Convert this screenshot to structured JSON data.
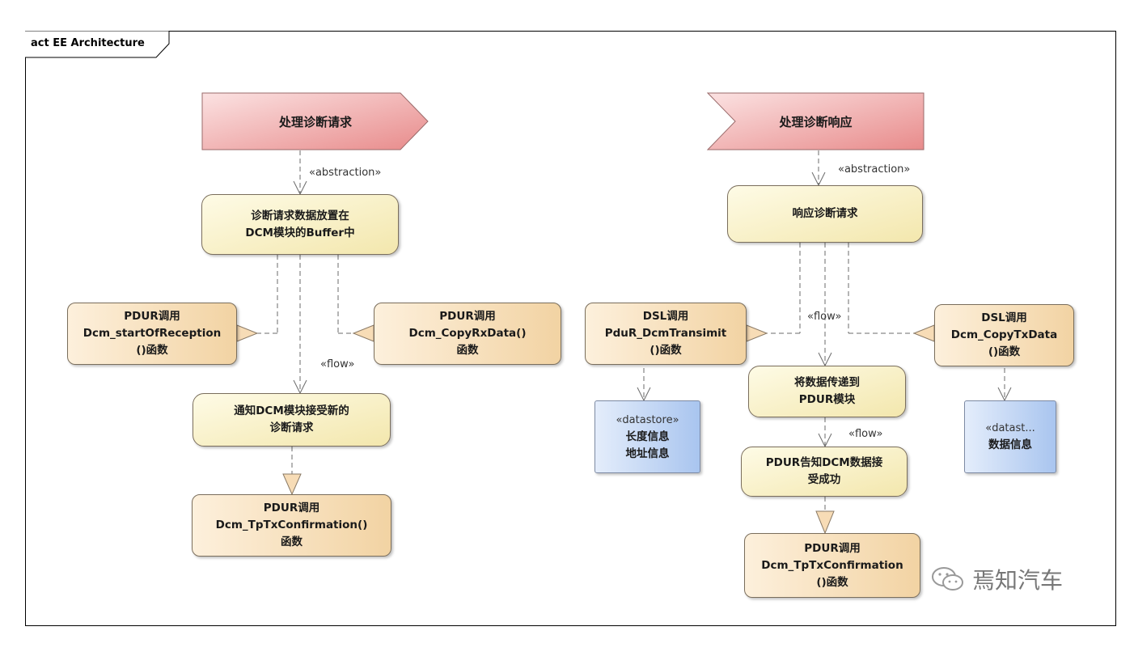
{
  "frame": {
    "title": "act EE Architecture"
  },
  "left": {
    "signal": "处理诊断请求",
    "abstraction_label": "«abstraction»",
    "store_action": [
      "诊断请求数据放置在",
      "DCM模块的Buffer中"
    ],
    "call_start": [
      "PDUR调用",
      "Dcm_startOfReception",
      "()函数"
    ],
    "call_copy": [
      "PDUR调用",
      "Dcm_CopyRxData()",
      "函数"
    ],
    "flow_label": "«flow»",
    "notify_action": [
      "通知DCM模块接受新的",
      "诊断请求"
    ],
    "call_confirm": [
      "PDUR调用",
      "Dcm_TpTxConfirmation()",
      "函数"
    ]
  },
  "right": {
    "signal": "处理诊断响应",
    "abstraction_label": "«abstraction»",
    "respond_action": "响应诊断请求",
    "call_transmit": [
      "DSL调用",
      "PduR_DcmTransimit",
      "()函数"
    ],
    "flow_label_1": "«flow»",
    "call_copytx": [
      "DSL调用",
      "Dcm_CopyTxData",
      "()函数"
    ],
    "store_length": {
      "stereotype": "«datastore»",
      "lines": [
        "长度信息",
        "地址信息"
      ]
    },
    "pass_action": [
      "将数据传递到",
      "PDUR模块"
    ],
    "store_data": {
      "stereotype": "«datast...",
      "lines": [
        "数据信息"
      ]
    },
    "flow_label_2": "«flow»",
    "notify_action": [
      "PDUR告知DCM数据接",
      "受成功"
    ],
    "call_confirm": [
      "PDUR调用",
      "Dcm_TpTxConfirmation",
      "()函数"
    ]
  },
  "watermark": {
    "text": "焉知汽车",
    "icon": "wechat-icon"
  }
}
